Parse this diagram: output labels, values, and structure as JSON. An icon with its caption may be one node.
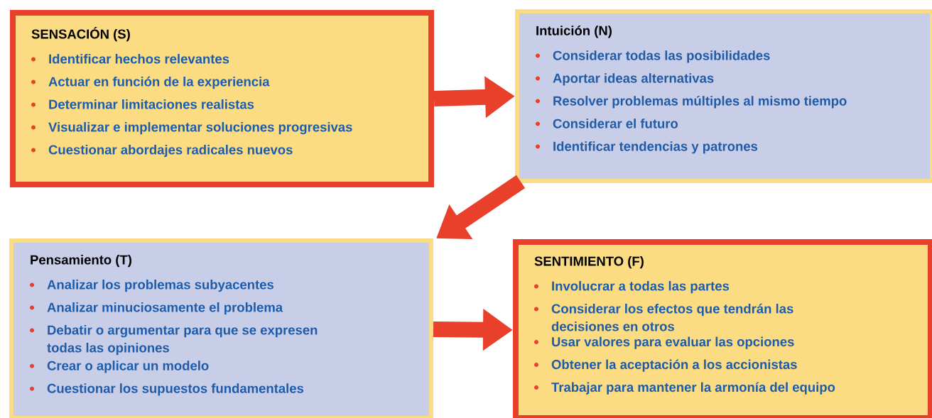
{
  "diagram": {
    "nodes": [
      {
        "text": [
          "SENSACIÓN (S)",
          "Identificar hechos relevantes",
          "Actuar en función de la experiencia",
          "Determinar limitaciones realistas",
          "Visualizar e implementar soluciones progresivas",
          "Cuestionar abordajes radicales nuevos"
        ]
      },
      {
        "text": [
          "Intuición (N)",
          "Considerar todas las posibilidades",
          "Aportar ideas alternativas",
          "Resolver problemas múltiples al mismo tiempo",
          "Considerar el futuro",
          "Identificar tendencias y patrones"
        ]
      },
      {
        "text": [
          "Pensamiento (T)",
          "Analizar los problemas subyacentes",
          "Analizar minuciosamente el problema",
          "Debatir o argumentar para que se expresen todas las opiniones",
          "Crear o aplicar un modelo",
          "Cuestionar los supuestos fundamentales"
        ]
      },
      {
        "text": [
          "SENTIMIENTO (F)",
          "Involucrar a todas las partes",
          "Considerar los efectos que tendrán las decisiones en otros",
          "Usar valores para evaluar las opciones",
          "Obtener la aceptación a los accionistas",
          "Trabajar para mantener la armonía del equipo"
        ]
      }
    ],
    "edges": [
      {
        "from": 0,
        "to": 1,
        "arrow": "to"
      },
      {
        "from": 1,
        "to": 2,
        "arrow": "to"
      },
      {
        "from": 2,
        "to": 3,
        "arrow": "to"
      }
    ]
  }
}
